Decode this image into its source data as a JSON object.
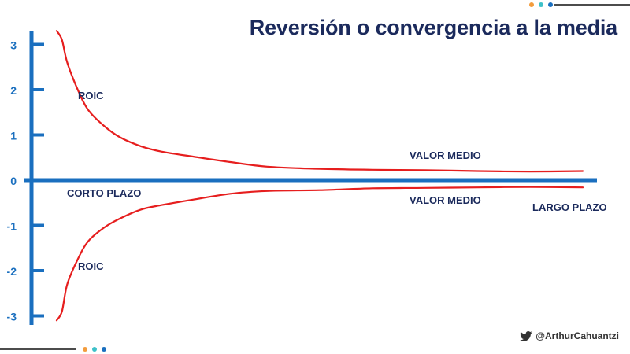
{
  "title": "Reversión o convergencia a la media",
  "credit": "@ArthurCahuantzi",
  "colors": {
    "axis": "#1a6fbf",
    "curve": "#e61e1e",
    "label": "#1b2a5c",
    "dots": [
      "#f39c3d",
      "#3ec1c9",
      "#1a6fbf"
    ]
  },
  "chart_data": {
    "type": "line",
    "title": "Reversión o convergencia a la media",
    "ylim": [
      -3,
      3
    ],
    "y_ticks": [
      "3",
      "2",
      "1",
      "0",
      "-1",
      "-2",
      "-3"
    ],
    "y_tick_values": [
      3,
      2,
      1,
      0,
      -1,
      -2,
      -3
    ],
    "grid": false,
    "series": [
      {
        "name": "ROIC",
        "points": [
          [
            0,
            3.3
          ],
          [
            0.01,
            3.1
          ],
          [
            0.02,
            2.6
          ],
          [
            0.04,
            2.0
          ],
          [
            0.06,
            1.55
          ],
          [
            0.09,
            1.2
          ],
          [
            0.12,
            0.95
          ],
          [
            0.16,
            0.75
          ],
          [
            0.2,
            0.63
          ],
          [
            0.26,
            0.52
          ],
          [
            0.33,
            0.4
          ],
          [
            0.4,
            0.3
          ],
          [
            0.5,
            0.25
          ],
          [
            0.6,
            0.23
          ],
          [
            0.7,
            0.22
          ],
          [
            0.8,
            0.2
          ],
          [
            0.9,
            0.19
          ],
          [
            1.0,
            0.2
          ]
        ]
      },
      {
        "name": "ROIC",
        "points": [
          [
            0,
            -3.1
          ],
          [
            0.01,
            -2.9
          ],
          [
            0.02,
            -2.3
          ],
          [
            0.04,
            -1.75
          ],
          [
            0.06,
            -1.35
          ],
          [
            0.09,
            -1.05
          ],
          [
            0.12,
            -0.85
          ],
          [
            0.16,
            -0.65
          ],
          [
            0.2,
            -0.55
          ],
          [
            0.26,
            -0.43
          ],
          [
            0.33,
            -0.3
          ],
          [
            0.4,
            -0.24
          ],
          [
            0.5,
            -0.22
          ],
          [
            0.6,
            -0.18
          ],
          [
            0.7,
            -0.17
          ],
          [
            0.8,
            -0.16
          ],
          [
            0.9,
            -0.15
          ],
          [
            1.0,
            -0.16
          ]
        ]
      }
    ],
    "annotations": [
      "ROIC",
      "ROIC",
      "VALOR MEDIO",
      "VALOR MEDIO",
      "CORTO PLAZO",
      "LARGO PLAZO"
    ]
  }
}
